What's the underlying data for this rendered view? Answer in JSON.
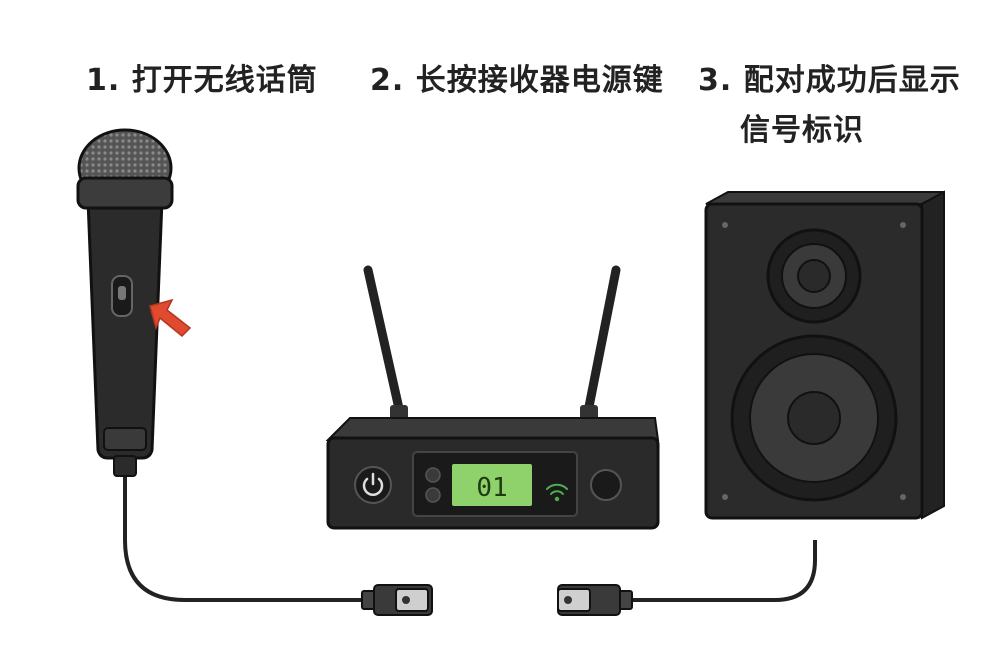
{
  "steps": [
    {
      "label": "1. 打开无线话筒"
    },
    {
      "label": "2. 长按接收器电源键"
    },
    {
      "label_line1": "3. 配对成功后显示",
      "label_line2": "信号标识"
    }
  ],
  "receiver": {
    "display_text": "01",
    "display_color": "#8fd16a",
    "signal_icon_color": "#4caf50"
  },
  "pointer_arrow_color": "#e04a2f",
  "device_color": "#2a2a2a"
}
